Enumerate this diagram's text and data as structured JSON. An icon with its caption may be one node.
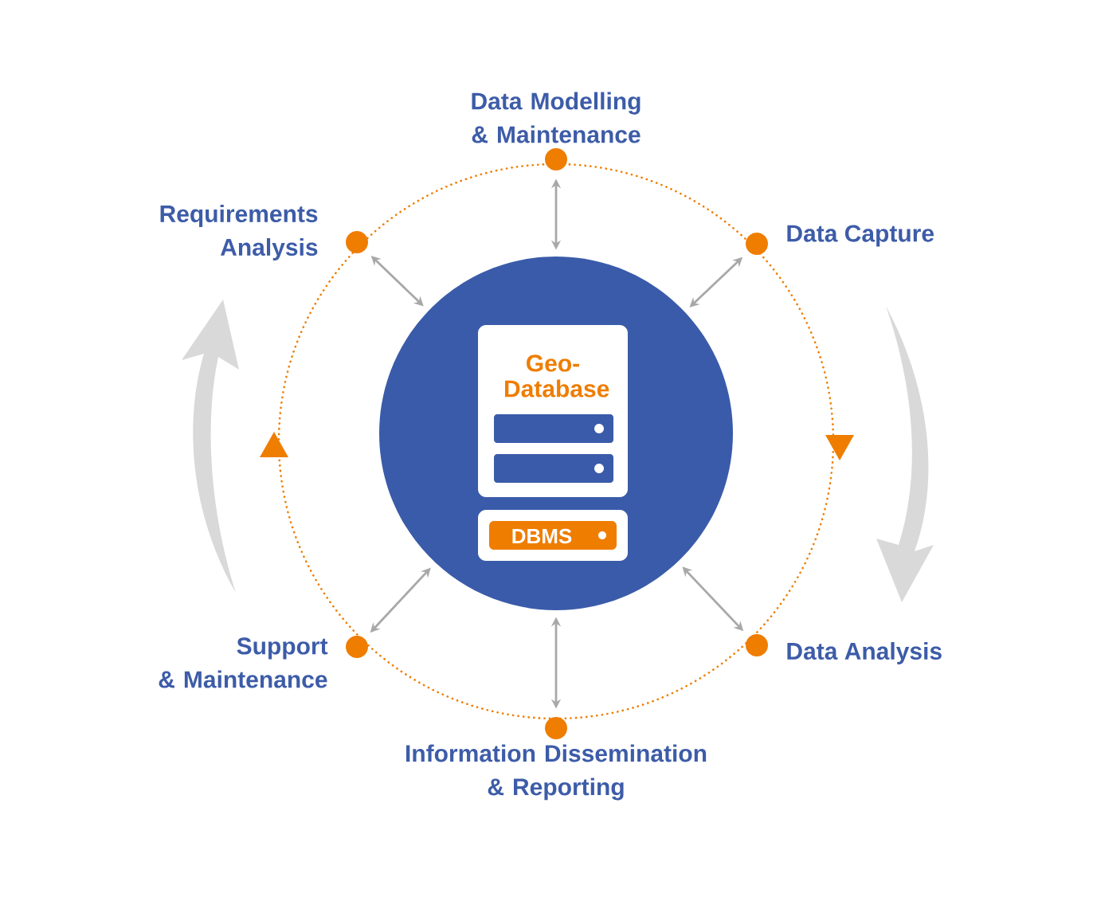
{
  "diagram": {
    "nodes": [
      {
        "text": [
          "Geo-Database",
          "DBMS"
        ]
      },
      {
        "text": [],
        "shape": "circle",
        "beside": [
          "Data Modelling & Maintenance"
        ]
      },
      {
        "text": [],
        "shape": "circle",
        "beside": [
          "Data Capture"
        ]
      },
      {
        "text": [],
        "shape": "circle",
        "beside": [
          "Data Analysis"
        ]
      },
      {
        "text": [],
        "shape": "circle",
        "beside": [
          "Information Dissemination & Reporting"
        ]
      },
      {
        "text": [],
        "shape": "circle",
        "beside": [
          "Support & Maintenance"
        ]
      },
      {
        "text": [],
        "shape": "circle",
        "beside": [
          "Requirements Analysis"
        ]
      }
    ],
    "edges": [
      {
        "from": 0,
        "to": 1,
        "arrow": "both"
      },
      {
        "from": 0,
        "to": 2,
        "arrow": "both"
      },
      {
        "from": 0,
        "to": 3,
        "arrow": "both"
      },
      {
        "from": 0,
        "to": 4,
        "arrow": "both"
      },
      {
        "from": 0,
        "to": 5,
        "arrow": "both"
      },
      {
        "from": 0,
        "to": 6,
        "arrow": "both"
      }
    ]
  }
}
